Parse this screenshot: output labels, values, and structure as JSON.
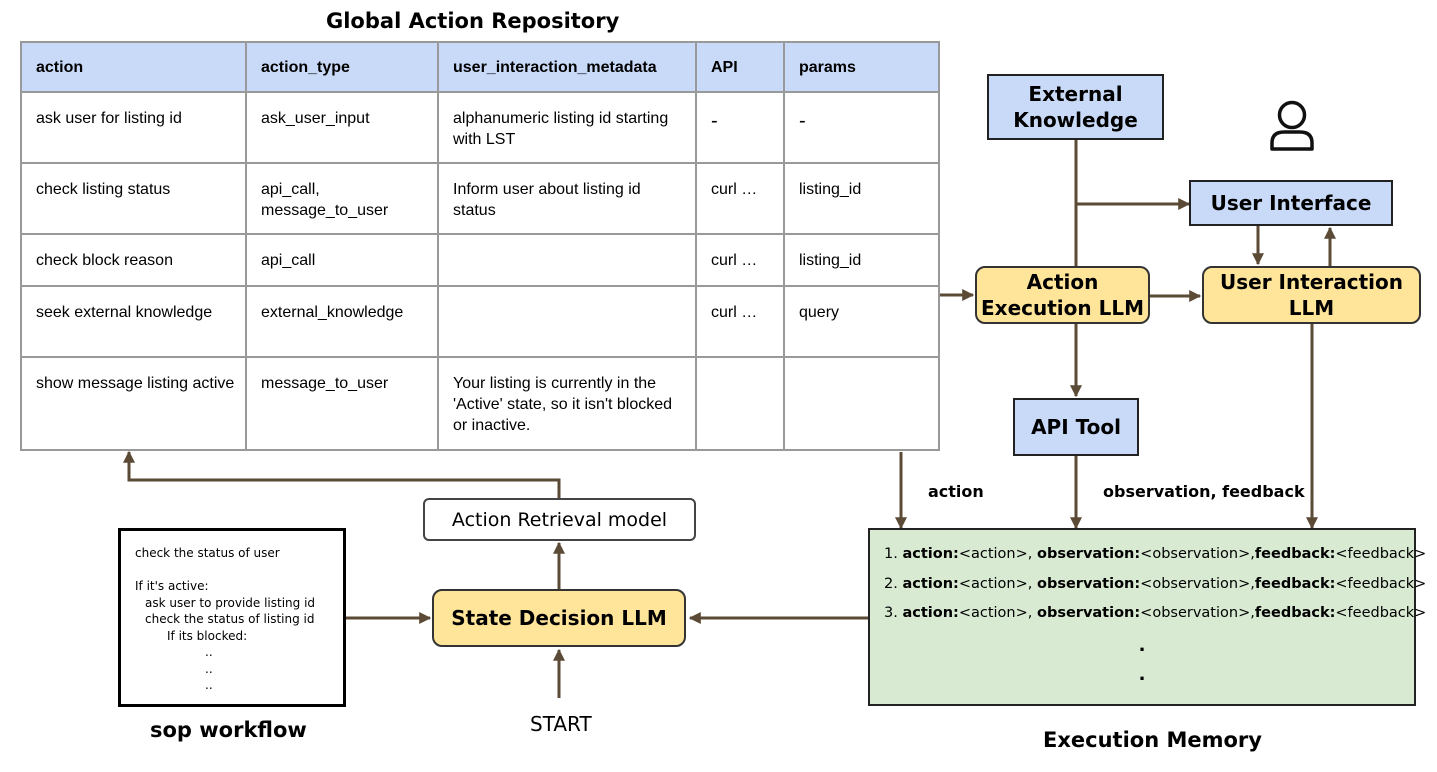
{
  "repository": {
    "title": "Global Action Repository",
    "columns": [
      "action",
      "action_type",
      "user_interaction_metadata",
      "API",
      "params"
    ],
    "rows": [
      [
        "ask user for listing id",
        "ask_user_input",
        "alphanumeric listing id starting with LST",
        "-",
        "-"
      ],
      [
        "check listing status",
        "api_call,\nmessage_to_user",
        "Inform user about listing id status",
        "curl …",
        "listing_id"
      ],
      [
        "check block reason",
        "api_call",
        "",
        "curl …",
        "listing_id"
      ],
      [
        "seek external knowledge",
        "external_knowledge",
        "",
        "curl …",
        "query"
      ],
      [
        "show message listing active",
        "message_to_user",
        "Your listing is currently in the 'Active' state, so it isn't blocked or inactive.",
        "",
        ""
      ]
    ]
  },
  "boxes": {
    "external_knowledge": "External Knowledge",
    "user_interface": "User Interface",
    "action_execution_llm": "Action Execution LLM",
    "user_interaction_llm": "User Interaction LLM",
    "api_tool": "API Tool",
    "action_retrieval_model": "Action Retrieval model",
    "state_decision_llm": "State Decision LLM",
    "start": "START"
  },
  "edge_labels": {
    "action": "action",
    "observation_feedback": "observation, feedback"
  },
  "sop": {
    "caption": "sop workflow",
    "lines": [
      "check the status of user",
      "",
      "If it's active:",
      "   ask user to provide listing id",
      "   check the status of listing id",
      "         If its blocked:",
      "..",
      "..",
      ".."
    ]
  },
  "memory": {
    "caption": "Execution Memory",
    "entries": [
      {
        "num": "1.",
        "k1": "action:",
        "v1": "<action>, ",
        "k2": "observation:",
        "v2": "<observation>,",
        "k3": "feedback:",
        "v3": "<feedback>"
      },
      {
        "num": "2.",
        "k1": "action:",
        "v1": "<action>, ",
        "k2": "observation:",
        "v2": "<observation>,",
        "k3": "feedback:",
        "v3": "<feedback>"
      },
      {
        "num": "3.",
        "k1": "action:",
        "v1": "<action>, ",
        "k2": "observation:",
        "v2": "<observation>,",
        "k3": "feedback:",
        "v3": "<feedback>"
      }
    ],
    "dots": [
      ".",
      "."
    ]
  },
  "icons": {
    "user": "user-icon"
  },
  "colors": {
    "blue": "#c9daf8",
    "yellow": "#ffe599",
    "green": "#d9ead3",
    "arrow": "#5b4a36"
  }
}
